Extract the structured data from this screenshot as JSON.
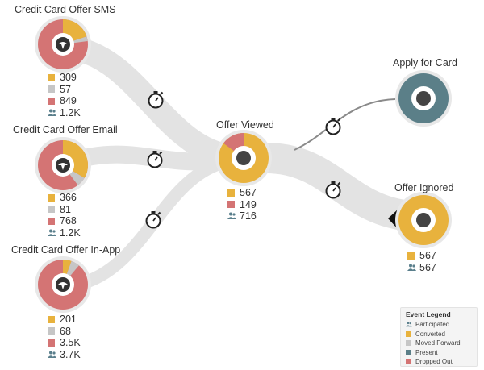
{
  "colors": {
    "participated": "#5a7f8c",
    "converted": "#e8b23d",
    "moved_forward": "#c6c6c6",
    "present": "#5b7f88",
    "dropped_out": "#d47474",
    "flow": "#e3e3e3"
  },
  "nodes": {
    "sms": {
      "title": "Credit Card Offer SMS",
      "converted": "309",
      "moved_forward": "57",
      "dropped_out": "849",
      "participated": "1.2K"
    },
    "email": {
      "title": "Credit Card Offer Email",
      "converted": "366",
      "moved_forward": "81",
      "dropped_out": "768",
      "participated": "1.2K"
    },
    "inapp": {
      "title": "Credit Card Offer In-App",
      "converted": "201",
      "moved_forward": "68",
      "dropped_out": "3.5K",
      "participated": "3.7K"
    },
    "viewed": {
      "title": "Offer Viewed",
      "converted": "567",
      "dropped_out": "149",
      "participated": "716"
    },
    "apply": {
      "title": "Apply for Card"
    },
    "ignored": {
      "title": "Offer Ignored",
      "converted": "567",
      "participated": "567"
    }
  },
  "legend": {
    "title": "Event Legend",
    "items": [
      "Participated",
      "Converted",
      "Moved Forward",
      "Present",
      "Dropped Out"
    ]
  }
}
